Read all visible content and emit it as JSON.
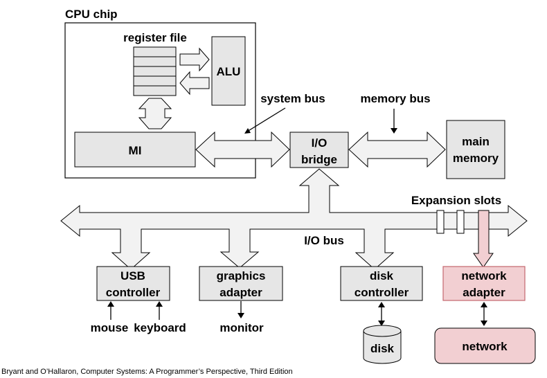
{
  "cpu_chip": {
    "label": "CPU chip"
  },
  "register_file": {
    "label": "register file"
  },
  "alu": {
    "label": "ALU"
  },
  "mi": {
    "label": "MI"
  },
  "system_bus": {
    "label": "system bus"
  },
  "memory_bus": {
    "label": "memory bus"
  },
  "io_bridge": {
    "line1": "I/O",
    "line2": "bridge"
  },
  "main_memory": {
    "line1": "main",
    "line2": "memory"
  },
  "expansion_slots": {
    "label": "Expansion slots"
  },
  "io_bus": {
    "label": "I/O bus"
  },
  "usb_controller": {
    "line1": "USB",
    "line2": "controller"
  },
  "graphics_adapter": {
    "line1": "graphics",
    "line2": "adapter"
  },
  "disk_controller": {
    "line1": "disk",
    "line2": "controller"
  },
  "network_adapter": {
    "line1": "network",
    "line2": "adapter"
  },
  "mouse": {
    "label": "mouse"
  },
  "keyboard": {
    "label": "keyboard"
  },
  "monitor": {
    "label": "monitor"
  },
  "disk": {
    "label": "disk"
  },
  "network": {
    "label": "network"
  },
  "caption": "Bryant and O’Hallaron, Computer Systems: A Programmer’s Perspective, Third Edition",
  "colors": {
    "box_fill": "#e6e6e6",
    "arrow_fill": "#f2f2f2",
    "highlight_fill": "#f2cfd2",
    "highlight_stroke": "#c4666f",
    "stroke": "#000000"
  }
}
